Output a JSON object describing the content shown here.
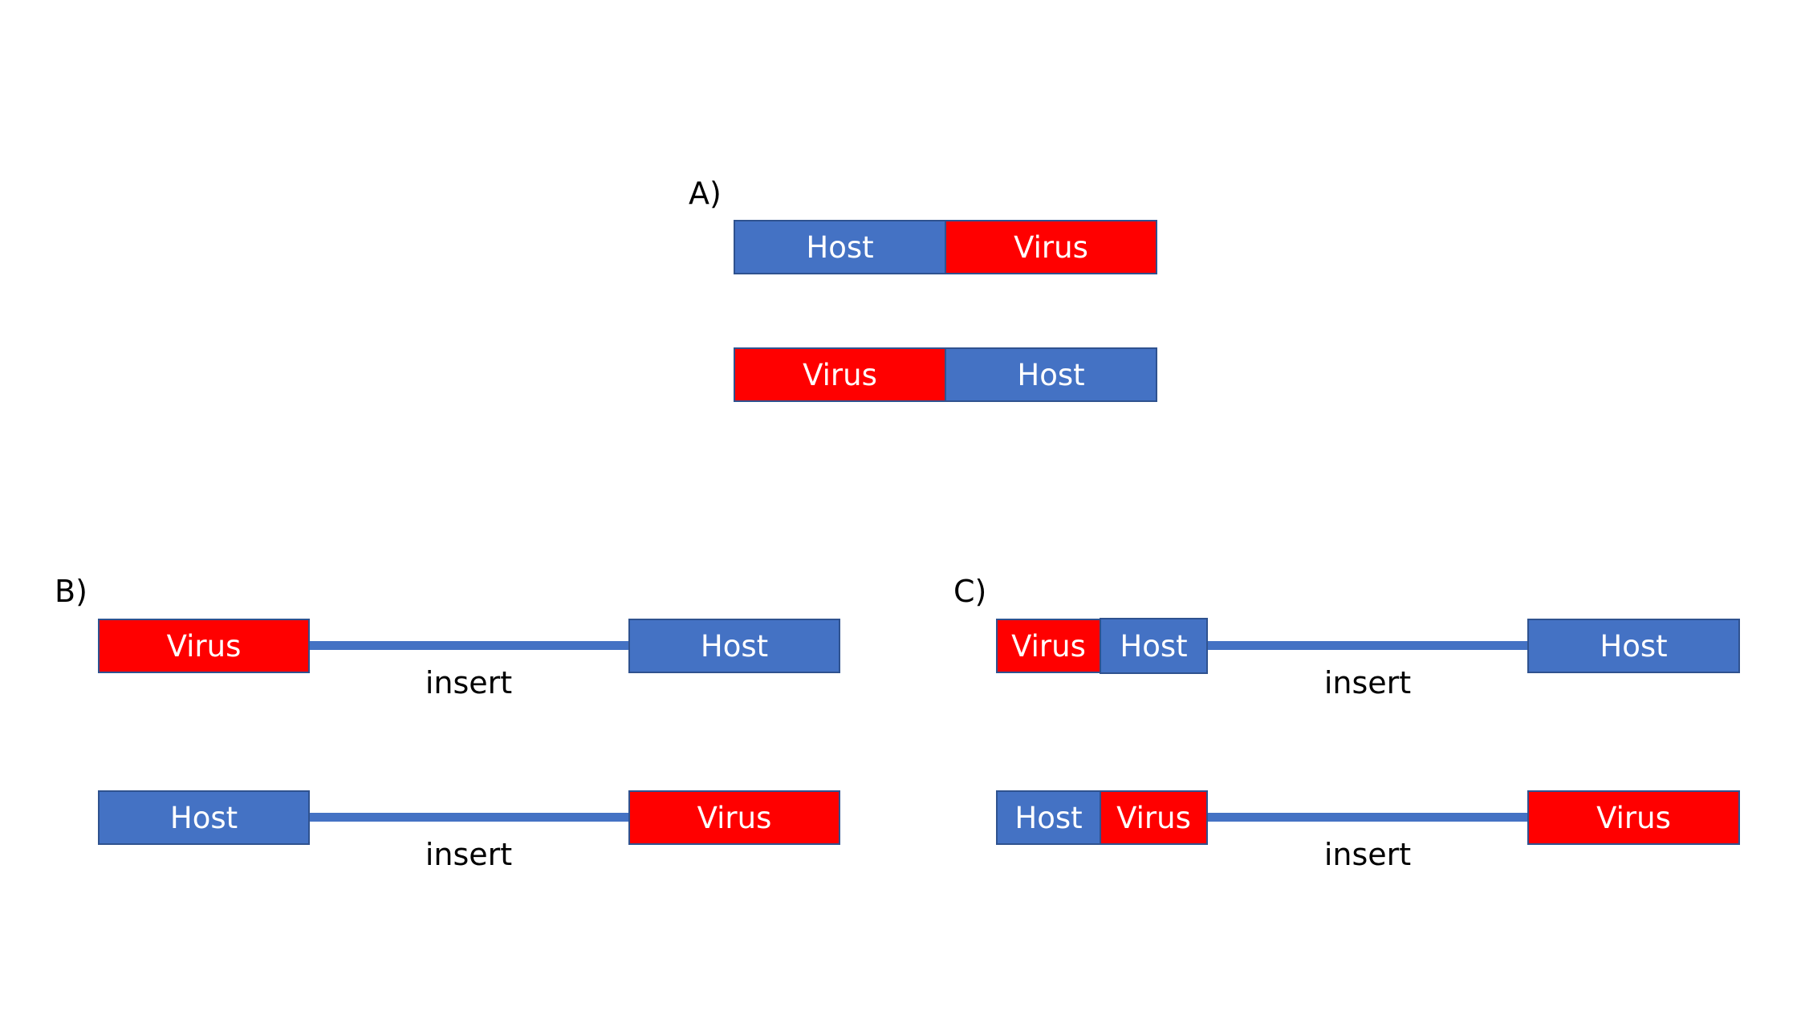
{
  "colors": {
    "host": "#4472c4",
    "virus": "#ff0000",
    "link": "#4472c4"
  },
  "panels": {
    "a": {
      "label": "A)",
      "rows": [
        {
          "left": "Host",
          "right": "Virus"
        },
        {
          "left": "Virus",
          "right": "Host"
        }
      ]
    },
    "b": {
      "label": "B)",
      "rows": [
        {
          "left": "Virus",
          "insert": "insert",
          "right": "Host"
        },
        {
          "left": "Host",
          "insert": "insert",
          "right": "Virus"
        }
      ]
    },
    "c": {
      "label": "C)",
      "rows": [
        {
          "left_a": "Virus",
          "left_b": "Host",
          "insert": "insert",
          "right": "Host"
        },
        {
          "left_a": "Host",
          "left_b": "Virus",
          "insert": "insert",
          "right": "Virus"
        }
      ]
    }
  }
}
